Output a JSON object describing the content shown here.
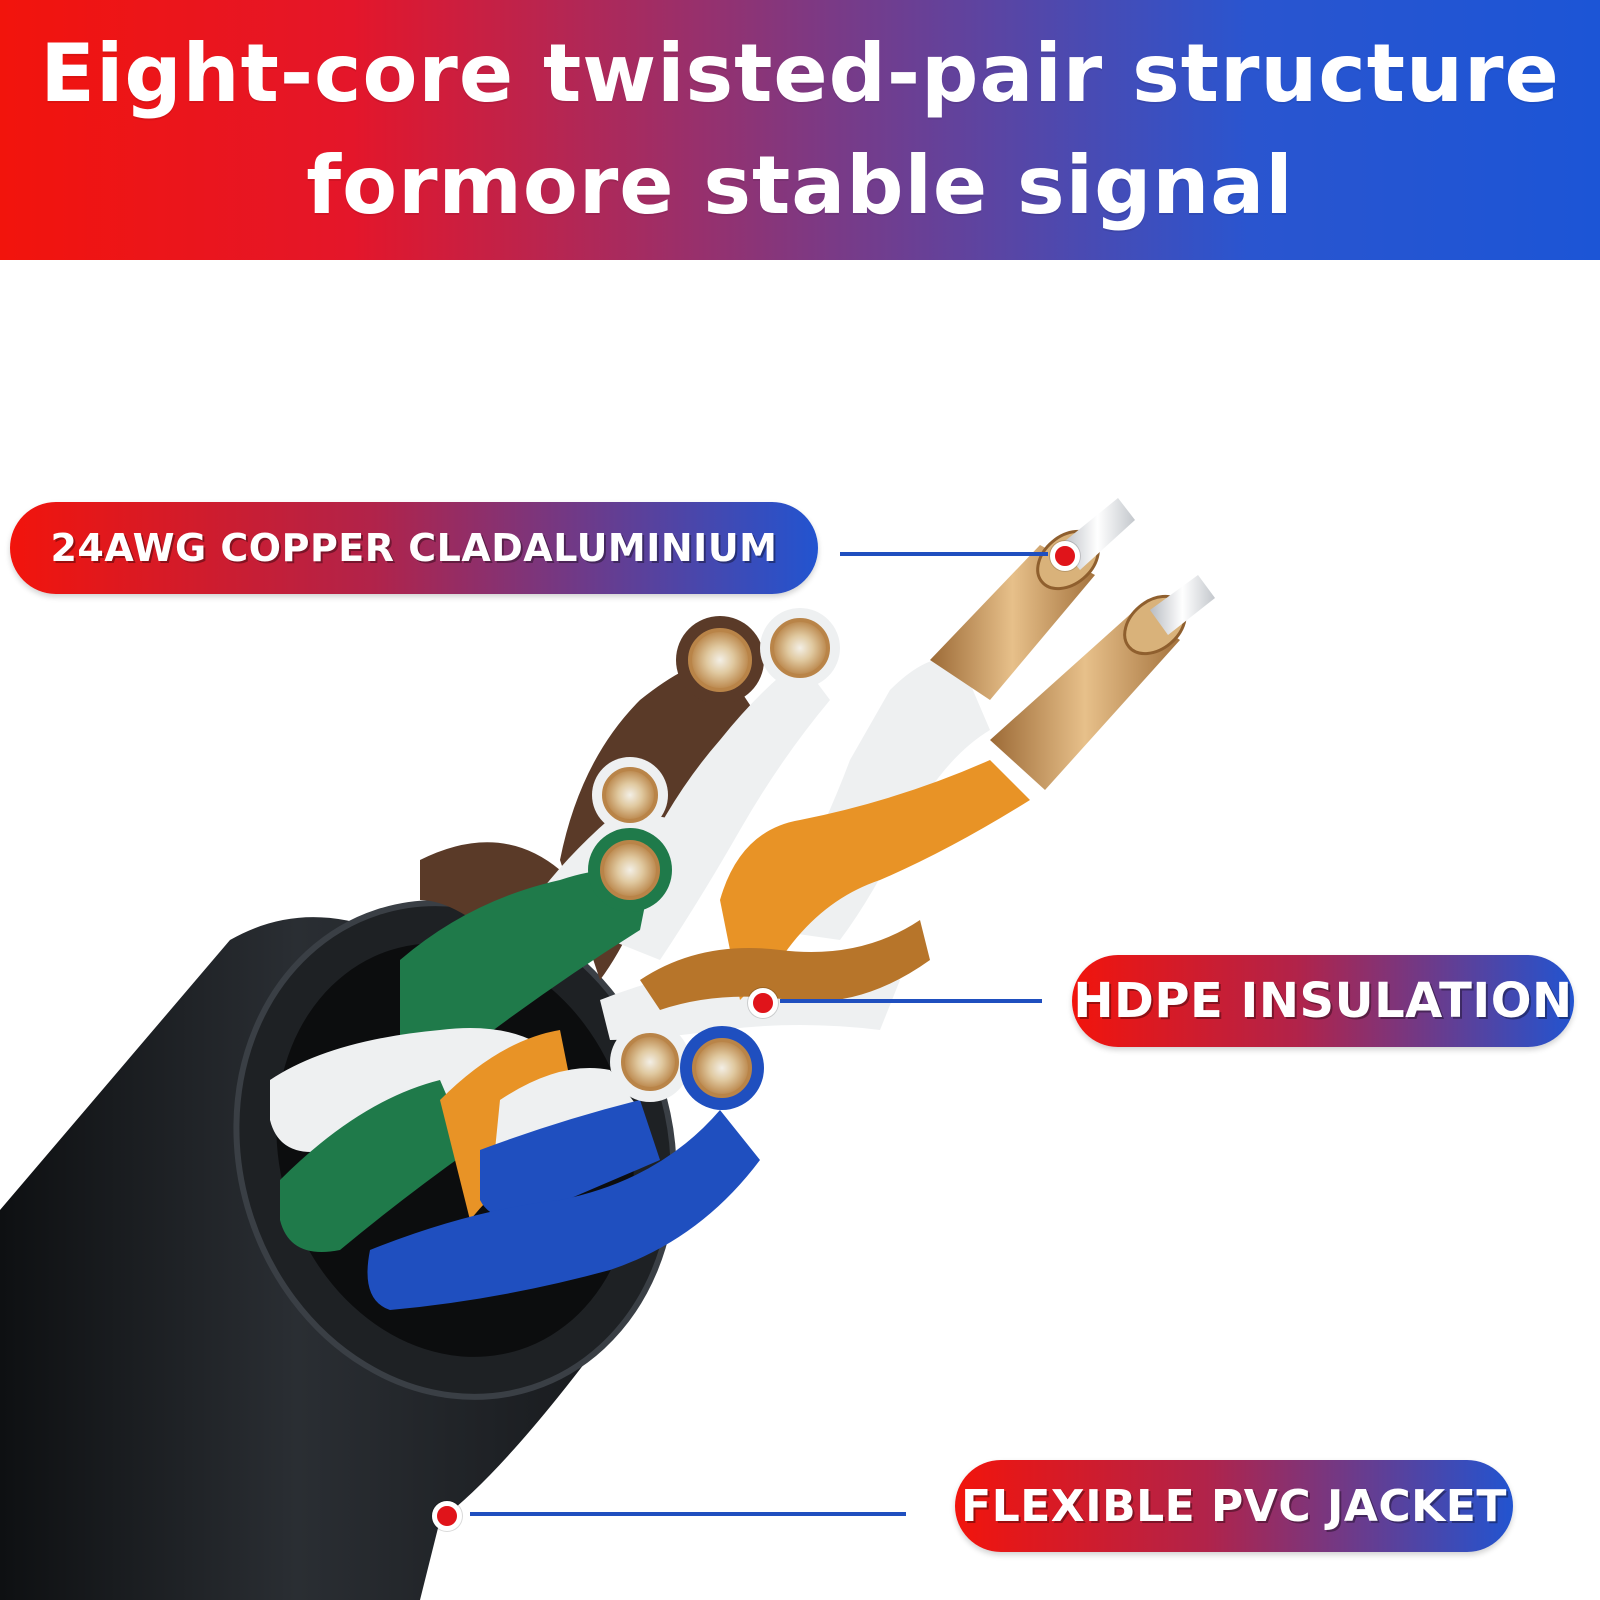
{
  "headline": {
    "line1": "Eight-core twisted-pair structure",
    "line2": "formore stable signal"
  },
  "callouts": [
    {
      "label": "24AWG COPPER CLADALUMINIUM"
    },
    {
      "label": "HDPE INSULATION"
    },
    {
      "label": "FLEXIBLE PVC JACKET"
    }
  ],
  "colors": {
    "banner_red": "#f2140c",
    "banner_blue": "#1c55d6",
    "leader_line": "#1f4fbf",
    "marker_dot": "#e0141a",
    "jacket": "#1e2124",
    "wire_brown": "#5a3a28",
    "wire_green": "#1f7a4a",
    "wire_orange": "#e89326",
    "wire_blue": "#1f4fbf",
    "copper": "#c8935a"
  }
}
